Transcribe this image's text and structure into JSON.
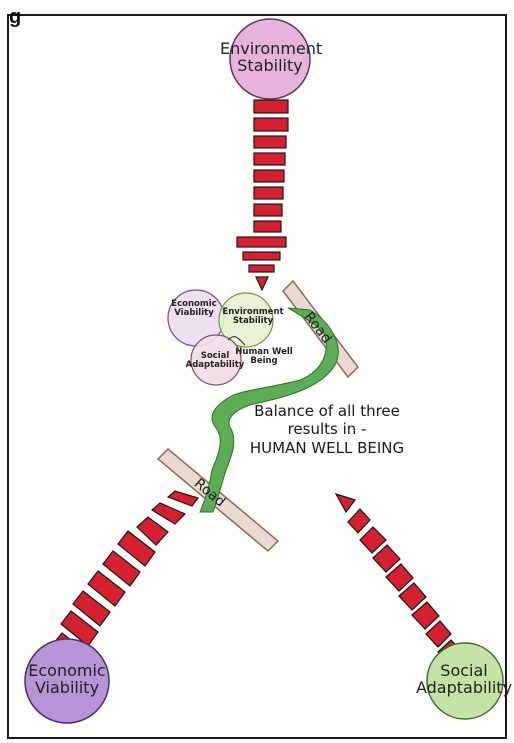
{
  "header_text": "g",
  "top_node": {
    "line1": "Environment",
    "line2": "Stability"
  },
  "bottom_left_node": {
    "line1": "Economic",
    "line2": "Viability"
  },
  "bottom_right_node": {
    "line1": "Social",
    "line2": "Adaptability"
  },
  "center": {
    "economic": {
      "line1": "Economic",
      "line2": "Viability"
    },
    "environment": {
      "line1": "Environment",
      "line2": "Stability"
    },
    "social": {
      "line1": "Social",
      "line2": "Adaptability"
    },
    "human": {
      "line1": "Human Well",
      "line2": "Being"
    }
  },
  "balance_text": {
    "line1": "Balance of all three",
    "line2": "results in -",
    "line3": "HUMAN WELL BEING"
  },
  "road_upper": "Road",
  "road_lower": "Road",
  "colors": {
    "arrow_red": "#d42031",
    "environment_circle": "#e6b3dc",
    "economic_circle": "#b894d6",
    "social_circle": "#c4e2a6",
    "green_path": "#5cad55",
    "road_fill": "#ead9d1"
  }
}
